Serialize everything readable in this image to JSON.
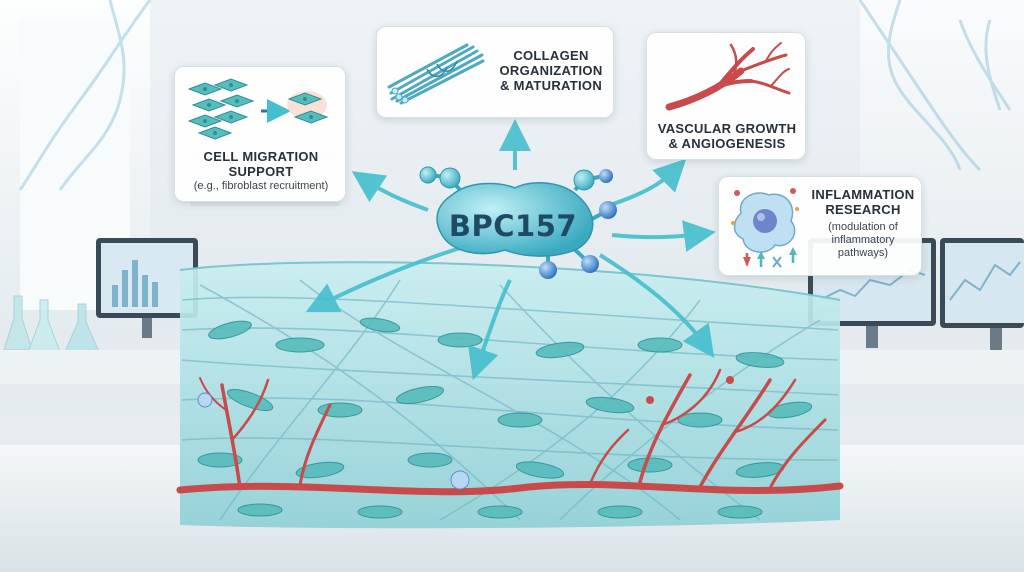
{
  "center": {
    "label": "BPC157"
  },
  "cards": {
    "collagen": {
      "title_l1": "COLLAGEN",
      "title_l2": "ORGANIZATION",
      "title_l3": "& MATURATION"
    },
    "vascular": {
      "title_l1": "VASCULAR GROWTH",
      "title_l2": "& ANGIOGENESIS"
    },
    "migration": {
      "title_l1": "CELL MIGRATION",
      "title_l2": "SUPPORT",
      "sub": "(e.g., fibroblast recruitment)"
    },
    "inflammation": {
      "title_l1": "INFLAMMATION",
      "title_l2": "RESEARCH",
      "sub_l1": "(modulation of",
      "sub_l2": "inflammatory",
      "sub_l3": "pathways)"
    }
  },
  "colors": {
    "molecule": "#47b8c9",
    "arrow": "#45bfcd",
    "tissue": "#9fdde2",
    "vessel": "#c84a4a",
    "cell": "#4fb9b9"
  },
  "icons": [
    "collagen-fiber-icon",
    "blood-vessel-icon",
    "fibroblast-cells-icon",
    "immune-cell-icon",
    "dna-helix-icon",
    "monitor-icon",
    "flask-icon"
  ]
}
